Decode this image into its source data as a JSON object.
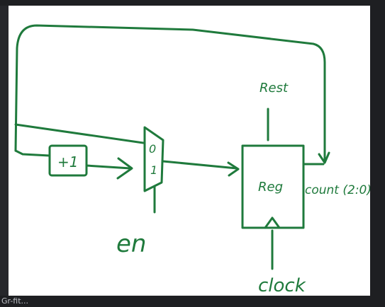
{
  "diagram": {
    "ink_color": "#1f7a3c",
    "increment_label": "+1",
    "mux_input_top": "0",
    "mux_input_bottom": "1",
    "register_label": "Reg",
    "reset_label": "Rest",
    "output_label": "count (2:0)",
    "enable_label": "en",
    "clock_label": "clock"
  },
  "footer": {
    "caption": "Gr-fit..."
  }
}
